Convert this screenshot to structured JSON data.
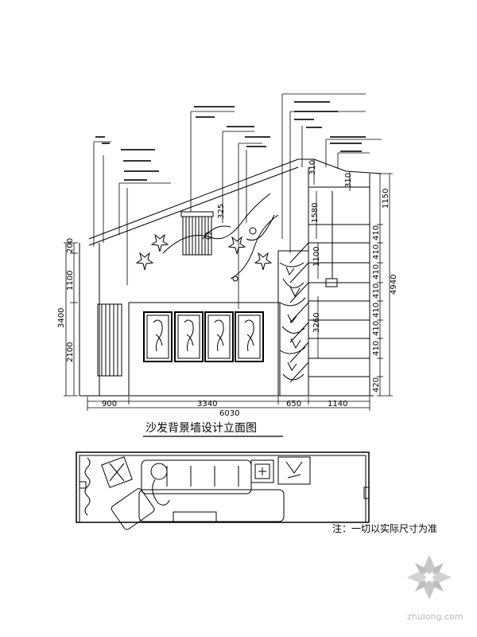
{
  "title": "沙发背景墙设计立面图",
  "note": "注：一切以实际尺寸为准",
  "watermark": "zhulong.com",
  "dims_bottom": {
    "d1": "900",
    "d2": "3340",
    "d3": "650",
    "d4": "1140",
    "total": "6030"
  },
  "dims_left": {
    "top": "200",
    "mid": "1100",
    "low": "2100",
    "total": "3400"
  },
  "dims_right": {
    "r1": "1150",
    "r2": "410",
    "r3": "410",
    "r4": "410",
    "r5": "410",
    "r6": "410",
    "r7": "410",
    "r8": "410",
    "r9": "420",
    "total": "4940"
  },
  "dims_inner": {
    "a": "310",
    "b": "310",
    "c": "1580",
    "d": "1100",
    "e": "3260",
    "f": "325"
  }
}
